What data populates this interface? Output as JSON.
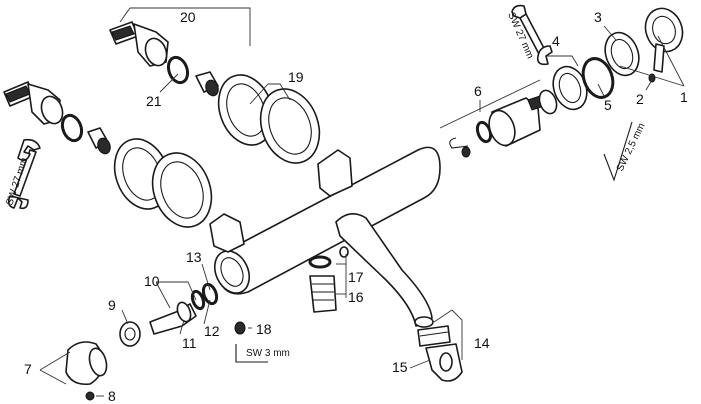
{
  "callouts": {
    "c1": "1",
    "c2": "2",
    "c3": "3",
    "c4": "4",
    "c5": "5",
    "c6": "6",
    "c7": "7",
    "c8": "8",
    "c9": "9",
    "c10": "10",
    "c11": "11",
    "c12": "12",
    "c13": "13",
    "c14": "14",
    "c15": "15",
    "c16": "16",
    "c17": "17",
    "c18": "18",
    "c19": "19",
    "c20": "20",
    "c21": "21"
  },
  "tools": {
    "wrench_left": "SW 27 mm",
    "wrench_right": "SW 27 mm",
    "hex_right": "SW 2,5 mm",
    "hex_bottom": "SW 3 mm"
  }
}
